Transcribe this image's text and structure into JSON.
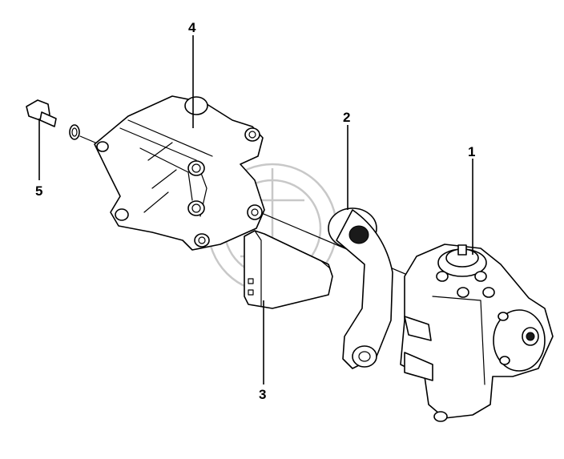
{
  "diagram": {
    "type": "exploded-parts-view",
    "callouts": [
      {
        "id": "callout-1",
        "label": "1",
        "part": "steering-gear-box"
      },
      {
        "id": "callout-2",
        "label": "2",
        "part": "pitman-arm"
      },
      {
        "id": "callout-3",
        "label": "3",
        "part": "bracket-plate"
      },
      {
        "id": "callout-4",
        "label": "4",
        "part": "mounting-bracket"
      },
      {
        "id": "callout-5",
        "label": "5",
        "part": "bolt-and-washer"
      }
    ],
    "colors": {
      "line": "#000000",
      "fill": "#ffffff",
      "watermark": "#c8c8c8"
    }
  }
}
